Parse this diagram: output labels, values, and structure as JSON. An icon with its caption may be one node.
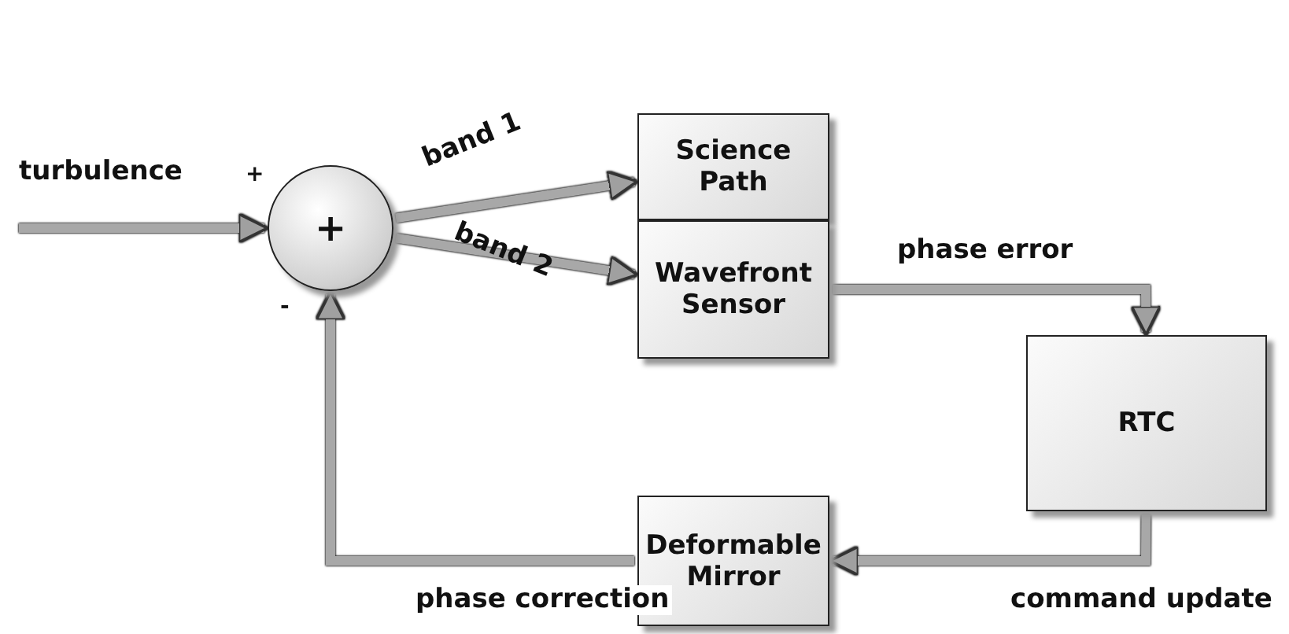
{
  "diagram": {
    "nodes": [
      {
        "text": [
          "+"
        ]
      },
      {
        "text": [
          "Science Path"
        ]
      },
      {
        "text": [
          "Wavefront Sensor"
        ]
      },
      {
        "text": [
          "RTC"
        ]
      },
      {
        "text": [
          "Deformable Mirror"
        ]
      }
    ],
    "edges": [
      {
        "from": null,
        "to": 0,
        "arrow": "to",
        "label": "turbulence"
      },
      {
        "from": 0,
        "to": 1,
        "arrow": "to",
        "label": "band 1"
      },
      {
        "from": 0,
        "to": 2,
        "arrow": "to",
        "label": "band 2"
      },
      {
        "from": 2,
        "to": 3,
        "arrow": "to",
        "label": "phase error"
      },
      {
        "from": 3,
        "to": 4,
        "arrow": "to",
        "label": "command update"
      },
      {
        "from": 4,
        "to": 0,
        "arrow": "to",
        "label": "phase correction"
      }
    ],
    "labels": [
      "+",
      "-"
    ]
  }
}
